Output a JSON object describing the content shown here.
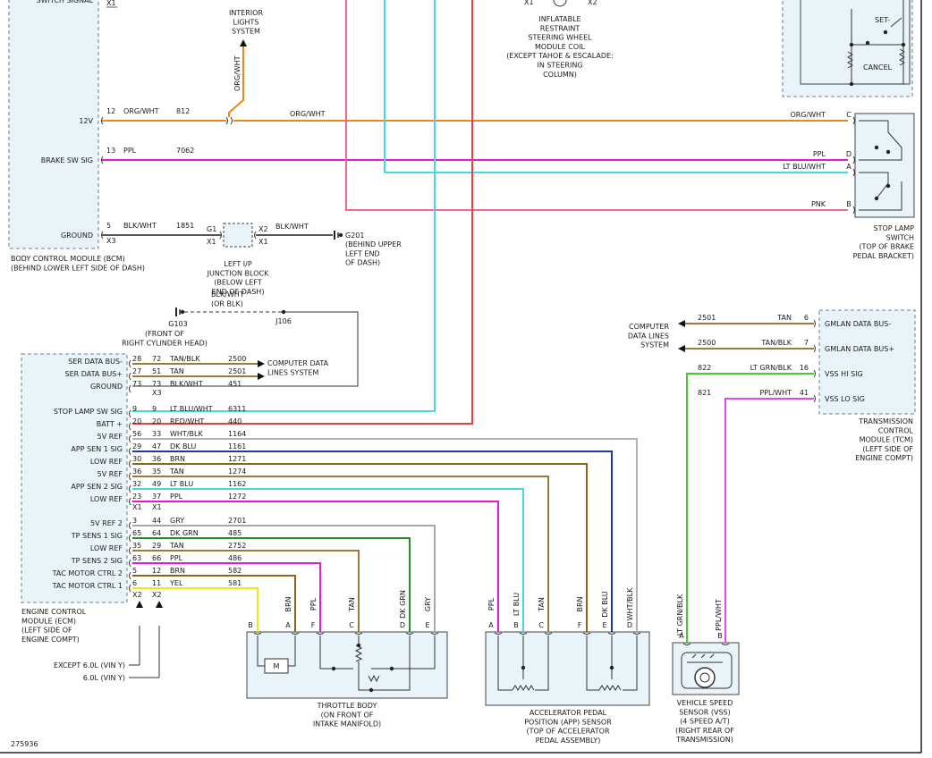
{
  "doc_number": "275936",
  "colors": {
    "org_wht": "#e8891e",
    "ppl": "#e21ad6",
    "lt_blu": "#46d8e8",
    "pnk": "#f06b8a",
    "red_wht": "#e24343",
    "tan": "#a07a3c",
    "blk_wht": "#555555",
    "wht_blk": "#b0b0b0",
    "dk_blu": "#1a3c9e",
    "brn": "#8a6418",
    "dk_grn": "#238c2c",
    "gry": "#a8a8a8",
    "yel": "#f2e614",
    "lt_grn_blk": "#4cc43a",
    "ppl_wht": "#e04ae0"
  },
  "bcm": {
    "top_label": "SWITCH SIGNAL",
    "top_conn": "X1",
    "pins": [
      {
        "label": "12V",
        "pin": "12",
        "wire": "ORG/WHT",
        "circuit": "812"
      },
      {
        "label": "BRAKE SW SIG",
        "pin": "13",
        "wire": "PPL",
        "circuit": "7062"
      },
      {
        "label": "GROUND",
        "pin": "5",
        "wire": "BLK/WHT",
        "circuit": "1851",
        "conn": "X3"
      }
    ],
    "caption": [
      "BODY CONTROL MODULE (BCM)",
      "(BEHIND LOWER LEFT SIDE OF DASH)"
    ]
  },
  "interior_lights": {
    "label": [
      "INTERIOR",
      "LIGHTS",
      "SYSTEM"
    ],
    "wire": "ORG/WHT"
  },
  "wire_orgwht_mid": "ORG/WHT",
  "airbag": {
    "conn_left": "X1",
    "conn_right": "X2",
    "caption": [
      "INFLATABLE",
      "RESTRAINT",
      "STEERING WHEEL",
      "MODULE COIL",
      "(EXCEPT TAHOE & ESCALADE:",
      "IN STEERING",
      "COLUMN)"
    ]
  },
  "cruise": {
    "set_label": "SET-",
    "cancel_label": "CANCEL"
  },
  "stop_lamp_switch": {
    "pins": [
      {
        "pin": "C",
        "wire": "ORG/WHT"
      },
      {
        "pin": "D",
        "wire": "PPL"
      },
      {
        "pin": "A",
        "wire": "LT BLU/WHT"
      },
      {
        "pin": "B",
        "wire": "PNK"
      }
    ],
    "caption": [
      "STOP LAMP",
      "SWITCH",
      "(TOP OF BRAKE",
      "PEDAL BRACKET)"
    ]
  },
  "junction": {
    "g1": "G1",
    "x1_left": "X1",
    "x2": "X2",
    "x1_right": "X1",
    "wire_right": "BLK/WHT",
    "caption": [
      "LEFT I/P",
      "JUNCTION BLOCK",
      "(BELOW LEFT",
      "END OF DASH)"
    ]
  },
  "g201": {
    "label": "G201",
    "caption": [
      "(BEHIND UPPER",
      "LEFT END",
      "OF DASH)"
    ]
  },
  "g103": {
    "label": "G103",
    "caption": [
      "(FRONT OF",
      "RIGHT CYLINDER HEAD)"
    ],
    "wire": [
      "BLK/WHT",
      "(OR BLK)"
    ],
    "splice": "J106"
  },
  "ecm": {
    "pins": [
      {
        "label": "SER DATA BUS-",
        "pa": "28",
        "pb": "72",
        "wire": "TAN/BLK",
        "circuit": "2500"
      },
      {
        "label": "SER DATA BUS+",
        "pa": "27",
        "pb": "51",
        "wire": "TAN",
        "circuit": "2501"
      },
      {
        "label": "GROUND",
        "pa": "73",
        "pb": "73",
        "wire": "BLK/WHT",
        "circuit": "451"
      },
      {
        "label": "STOP LAMP SW SIG",
        "pa": "9",
        "pb": "9",
        "wire": "LT BLU/WHT",
        "circuit": "6311"
      },
      {
        "label": "BATT +",
        "pa": "20",
        "pb": "20",
        "wire": "RED/WHT",
        "circuit": "440"
      },
      {
        "label": "5V REF",
        "pa": "56",
        "pb": "33",
        "wire": "WHT/BLK",
        "circuit": "1164"
      },
      {
        "label": "APP SEN 1 SIG",
        "pa": "29",
        "pb": "47",
        "wire": "DK BLU",
        "circuit": "1161"
      },
      {
        "label": "LOW REF",
        "pa": "30",
        "pb": "36",
        "wire": "BRN",
        "circuit": "1271"
      },
      {
        "label": "5V REF",
        "pa": "36",
        "pb": "35",
        "wire": "TAN",
        "circuit": "1274"
      },
      {
        "label": "APP SEN 2 SIG",
        "pa": "32",
        "pb": "49",
        "wire": "LT BLU",
        "circuit": "1162"
      },
      {
        "label": "LOW REF",
        "pa": "23",
        "pb": "37",
        "wire": "PPL",
        "circuit": "1272"
      },
      {
        "label": "5V REF 2",
        "pa": "3",
        "pb": "44",
        "wire": "GRY",
        "circuit": "2701"
      },
      {
        "label": "TP SENS 1 SIG",
        "pa": "65",
        "pb": "64",
        "wire": "DK GRN",
        "circuit": "485"
      },
      {
        "label": "LOW REF",
        "pa": "35",
        "pb": "29",
        "wire": "TAN",
        "circuit": "2752"
      },
      {
        "label": "TP SENS 2 SIG",
        "pa": "63",
        "pb": "66",
        "wire": "PPL",
        "circuit": "486"
      },
      {
        "label": "TAC MOTOR CTRL 2",
        "pa": "5",
        "pb": "12",
        "wire": "BRN",
        "circuit": "582"
      },
      {
        "label": "TAC MOTOR CTRL 1",
        "pa": "6",
        "pb": "11",
        "wire": "YEL",
        "circuit": "581"
      }
    ],
    "conn_x3": "X3",
    "conn_x1a": "X1",
    "conn_x1b": "X1",
    "conn_x2a": "X2",
    "conn_x2b": "X2",
    "caption": [
      "ENGINE CONTROL",
      "MODULE (ECM)",
      "(LEFT SIDE OF",
      "ENGINE COMPT)"
    ],
    "data_lines": [
      "COMPUTER DATA",
      "LINES SYSTEM"
    ]
  },
  "variants": [
    "EXCEPT 6.0L (VIN Y)",
    "6.0L (VIN Y)"
  ],
  "throttle_body": {
    "pins": [
      {
        "pin": "B",
        "wire": ""
      },
      {
        "pin": "A",
        "wire": "BRN"
      },
      {
        "pin": "F",
        "wire": "PPL"
      },
      {
        "pin": "C",
        "wire": "TAN"
      },
      {
        "pin": "D",
        "wire": "DK GRN"
      },
      {
        "pin": "E",
        "wire": "GRY"
      }
    ],
    "motor": "M",
    "caption": [
      "THROTTLE BODY",
      "(ON FRONT OF",
      "INTAKE MANIFOLD)"
    ]
  },
  "app_sensor": {
    "pins": [
      {
        "pin": "A",
        "wire": "PPL"
      },
      {
        "pin": "B",
        "wire": "LT BLU"
      },
      {
        "pin": "C",
        "wire": "TAN"
      },
      {
        "pin": "F",
        "wire": "BRN"
      },
      {
        "pin": "E",
        "wire": "DK BLU"
      },
      {
        "pin": "D",
        "wire": "WHT/BLK"
      }
    ],
    "caption": [
      "ACCELERATOR PEDAL",
      "POSITION (APP) SENSOR",
      "(TOP OF ACCELERATOR",
      "PEDAL ASSEMBLY)"
    ]
  },
  "tcm": {
    "pins": [
      {
        "label": "GMLAN DATA BUS-",
        "pin": "6",
        "wire": "TAN",
        "circuit": "2501"
      },
      {
        "label": "GMLAN DATA BUS+",
        "pin": "7",
        "wire": "TAN/BLK",
        "circuit": "2500"
      },
      {
        "label": "VSS HI SIG",
        "pin": "16",
        "wire": "LT GRN/BLK",
        "circuit": "822"
      },
      {
        "label": "VSS LO SIG",
        "pin": "41",
        "wire": "PPL/WHT",
        "circuit": "821"
      }
    ],
    "data_lines": [
      "COMPUTER",
      "DATA LINES",
      "SYSTEM"
    ],
    "caption": [
      "TRANSMISSION",
      "CONTROL",
      "MODULE (TCM)",
      "(LEFT SIDE OF",
      "ENGINE COMPT)"
    ]
  },
  "vss": {
    "pins": [
      {
        "pin": "A",
        "wire": "LT GRN/BLK"
      },
      {
        "pin": "B",
        "wire": "PPL/WHT"
      }
    ],
    "caption": [
      "VEHICLE SPEED",
      "SENSOR (VSS)",
      "(4 SPEED A/T)",
      "(RIGHT REAR OF",
      "TRANSMISSION)"
    ]
  }
}
